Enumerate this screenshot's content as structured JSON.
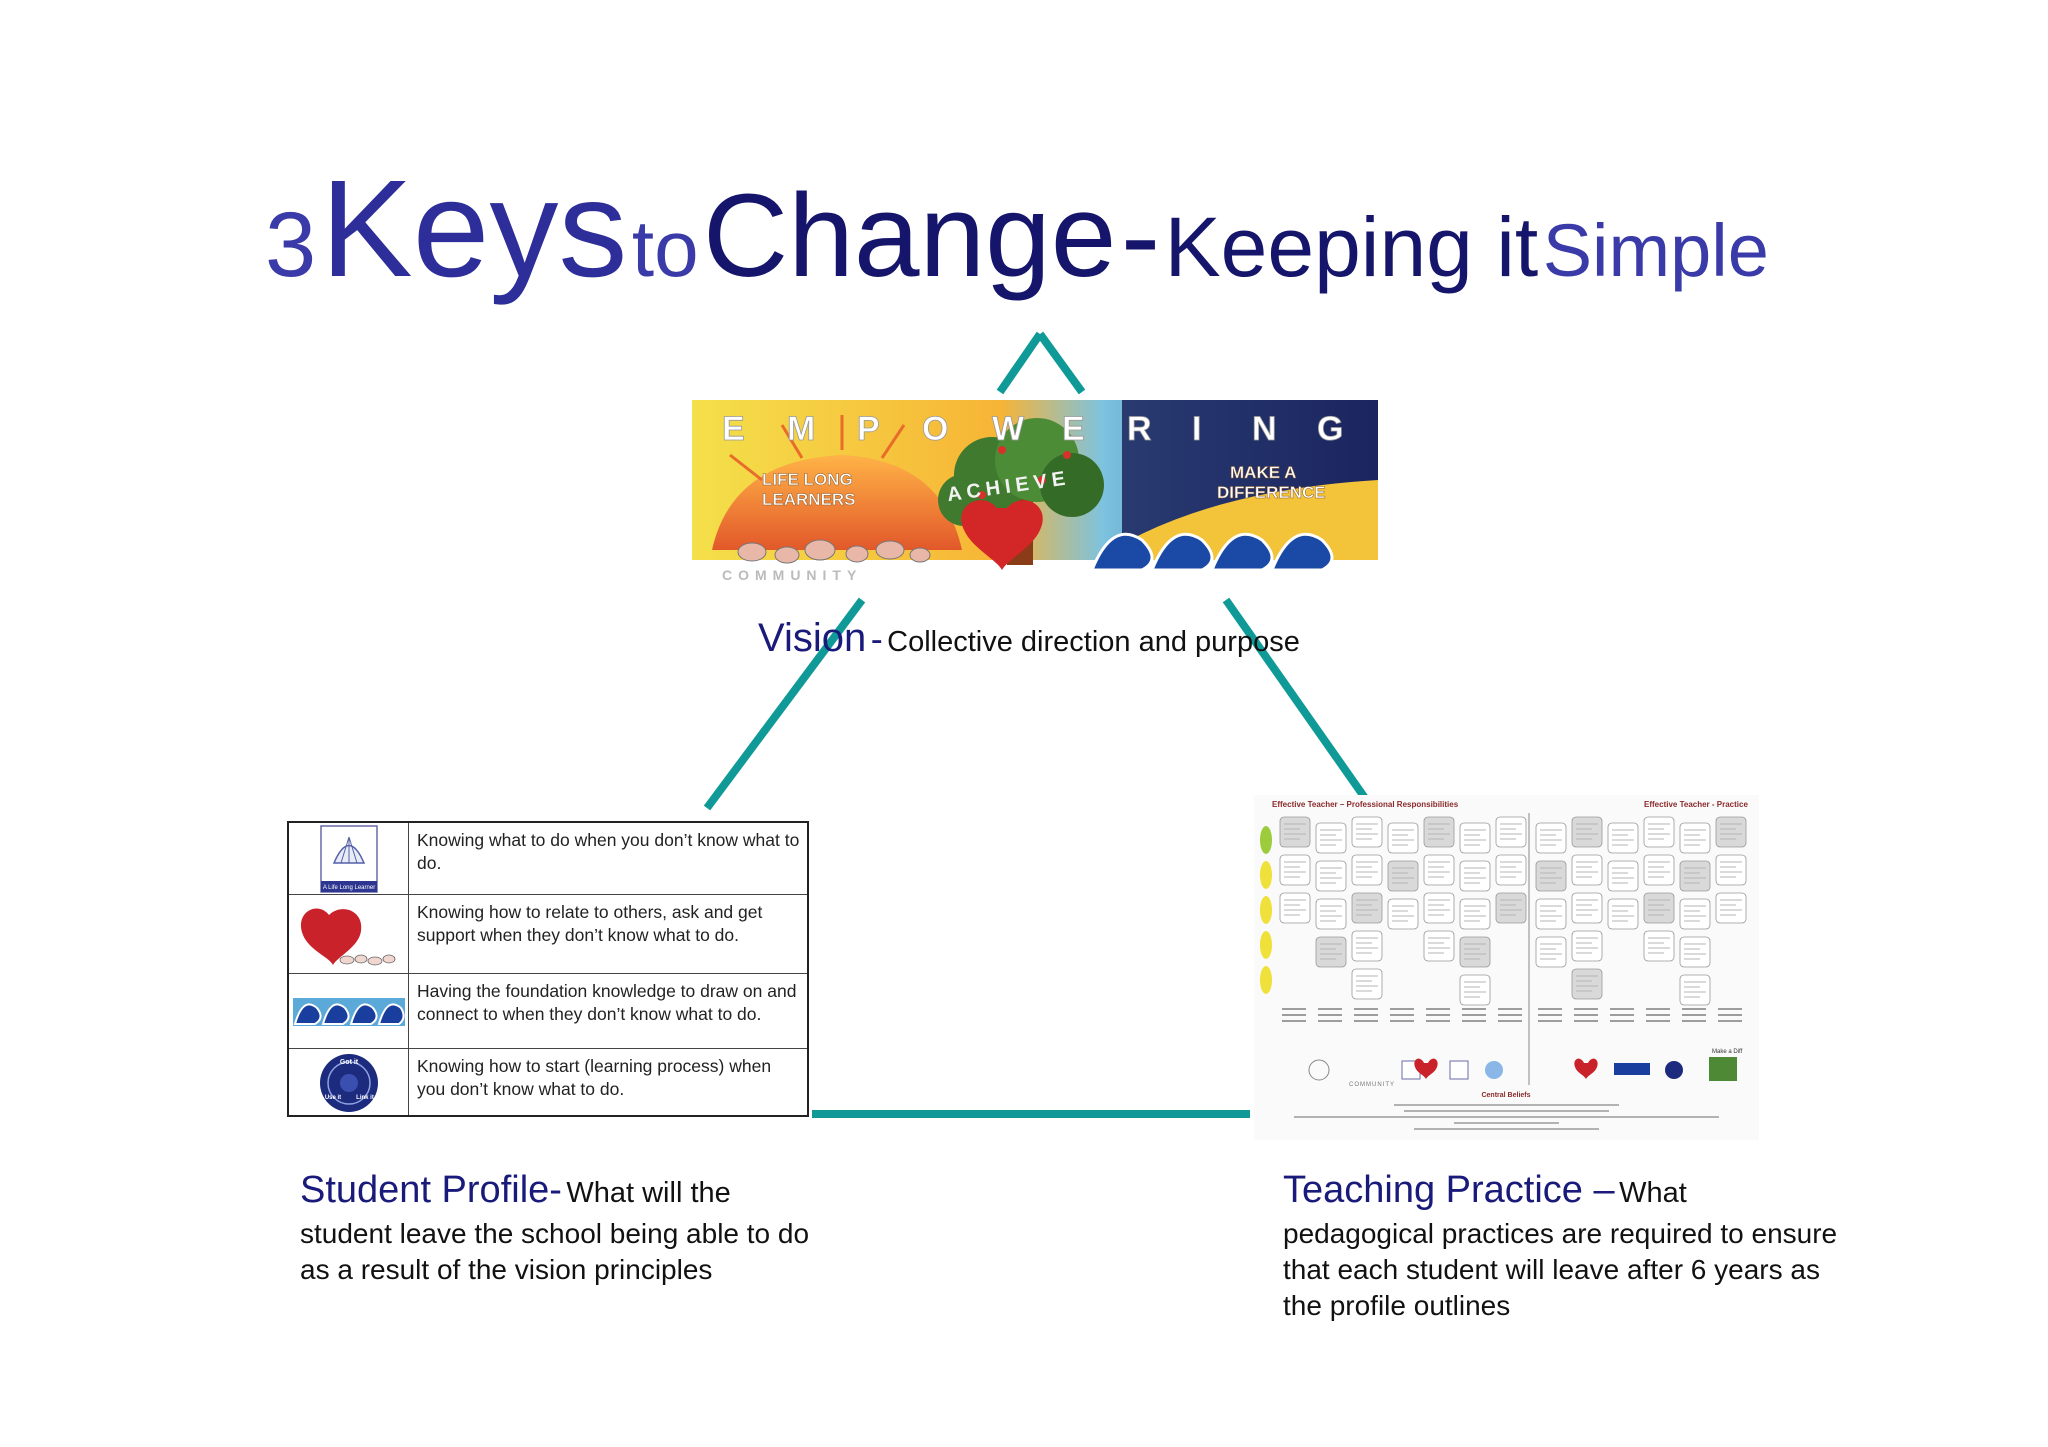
{
  "title": {
    "part1": "3",
    "part2": "Keys",
    "part3": "to",
    "part4": "Change",
    "part5": "-",
    "part6": "Keeping it",
    "part7": "Simple"
  },
  "vision": {
    "label": "Vision",
    "dash": "-",
    "description": "Collective direction and purpose",
    "banner": {
      "letters": [
        "E",
        "M",
        "P",
        "O",
        "W",
        "E",
        "R",
        "I",
        "N",
        "G"
      ],
      "left_text_1": "LIFE LONG",
      "left_text_2": "LEARNERS",
      "middle_text": "ACHIEVE",
      "right_text_1": "MAKE A",
      "right_text_2": "DIFFERENCE",
      "bottom_text": "COMMUNITY"
    }
  },
  "student_table": {
    "shell_caption": "A Life Long Learner",
    "badge_top": "Got it",
    "badge_left": "Use it",
    "badge_right": "Link it",
    "rows": [
      {
        "icon": "shell-icon",
        "text": "Knowing what to do when you don’t know what to do."
      },
      {
        "icon": "heart-icon",
        "text": "Knowing how to relate to others, ask and get support when they don’t know what to do."
      },
      {
        "icon": "waves-icon",
        "text": "Having the foundation knowledge to draw on and connect to when they don’t know what to do."
      },
      {
        "icon": "learning-process-icon",
        "text": "Knowing how to start (learning process) when you don’t know what to do."
      }
    ]
  },
  "student_profile": {
    "heading": "Student Profile-",
    "lead": "What will the",
    "body": "student leave the school being able to do as a result of the vision principles"
  },
  "teaching_practice": {
    "heading": "Teaching Practice –",
    "lead": "What",
    "body": "pedagogical practices are required to ensure that each student will leave after 6 years as the profile outlines",
    "chart": {
      "left_title": "Effective Teacher – Professional Responsibilities",
      "right_title": "Effective Teacher - Practice",
      "footer_title": "Central Beliefs",
      "community": "COMMUNITY",
      "make_diff": "Make a Diff"
    }
  },
  "colors": {
    "title_blue": "#2e2e9a",
    "title_dark": "#15156b",
    "triangle_teal": "#0f9a98",
    "heading_navy": "#1a1a7a"
  }
}
